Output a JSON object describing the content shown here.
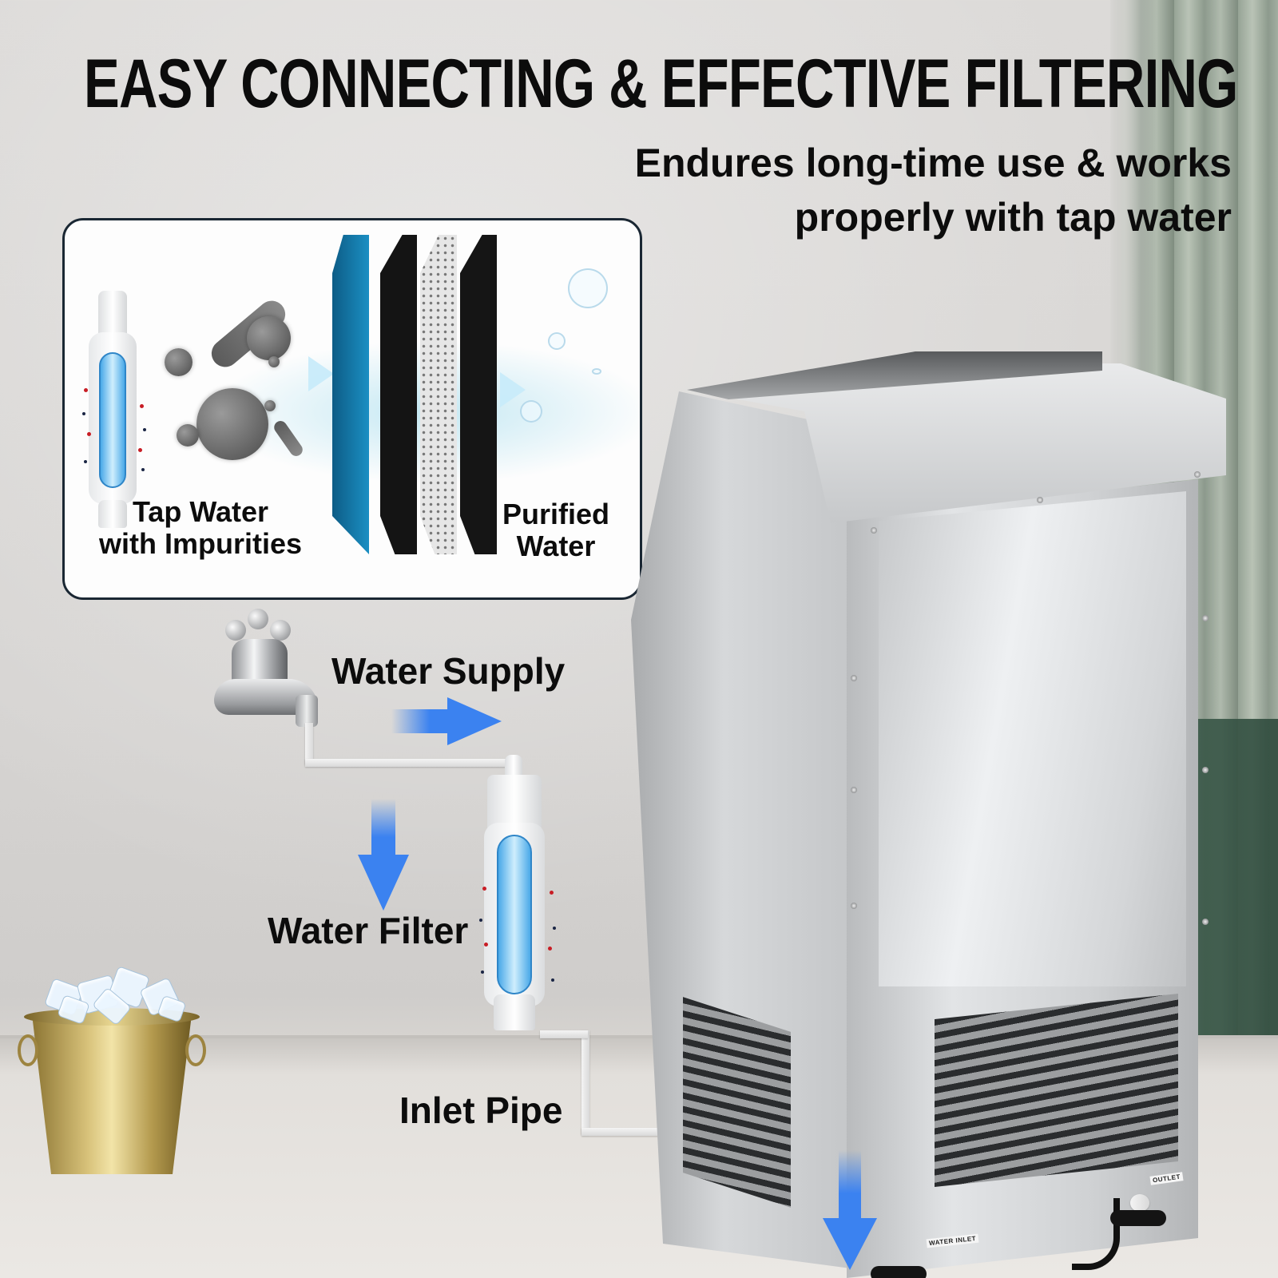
{
  "headline": {
    "title": "EASY CONNECTING & EFFECTIVE FILTERING",
    "subtitle_line1": "Endures long-time use & works",
    "subtitle_line2": "properly with tap water"
  },
  "filter_panel": {
    "left_label_line1": "Tap Water",
    "left_label_line2": "with Impurities",
    "right_label_line1": "Purified",
    "right_label_line2": "Water",
    "layers": [
      "blue",
      "black",
      "dotted",
      "black"
    ]
  },
  "install_steps": [
    {
      "label": "Water Supply",
      "arrow": "right"
    },
    {
      "label": "Water Filter",
      "arrow": "down"
    },
    {
      "label": "Inlet Pipe",
      "arrow": "down"
    }
  ],
  "machine": {
    "inlet_tag": "WATER INLET",
    "outlet_tag": "OUTLET"
  },
  "colors": {
    "arrow_blue": "#3b82f0",
    "headline": "#0c0c0c",
    "panel_border": "#1a2733"
  }
}
